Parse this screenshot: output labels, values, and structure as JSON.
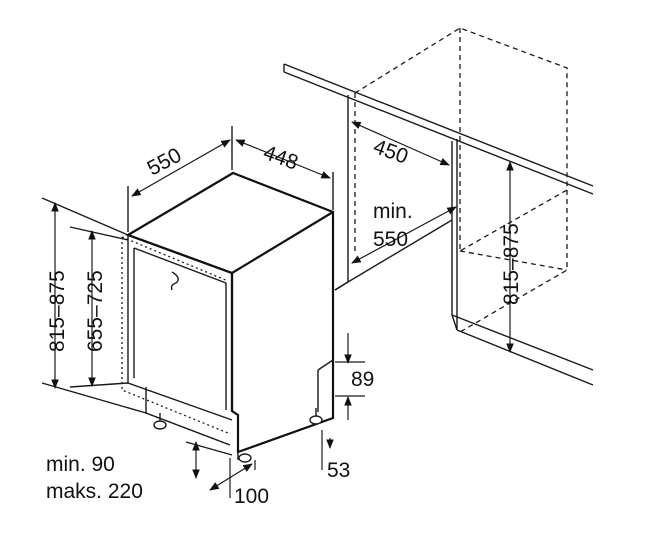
{
  "labels": {
    "depth": "550",
    "width": "448",
    "niche_width": "450",
    "niche_min_prefix": "min.",
    "niche_min_value": "550",
    "niche_height": "815–875",
    "overall_height": "815–875",
    "body_height": "655–725",
    "foot_top": "89",
    "foot_bottom": "53",
    "plinth_min": "min. 90",
    "plinth_max": "maks. 220",
    "plinth_depth": "100"
  }
}
